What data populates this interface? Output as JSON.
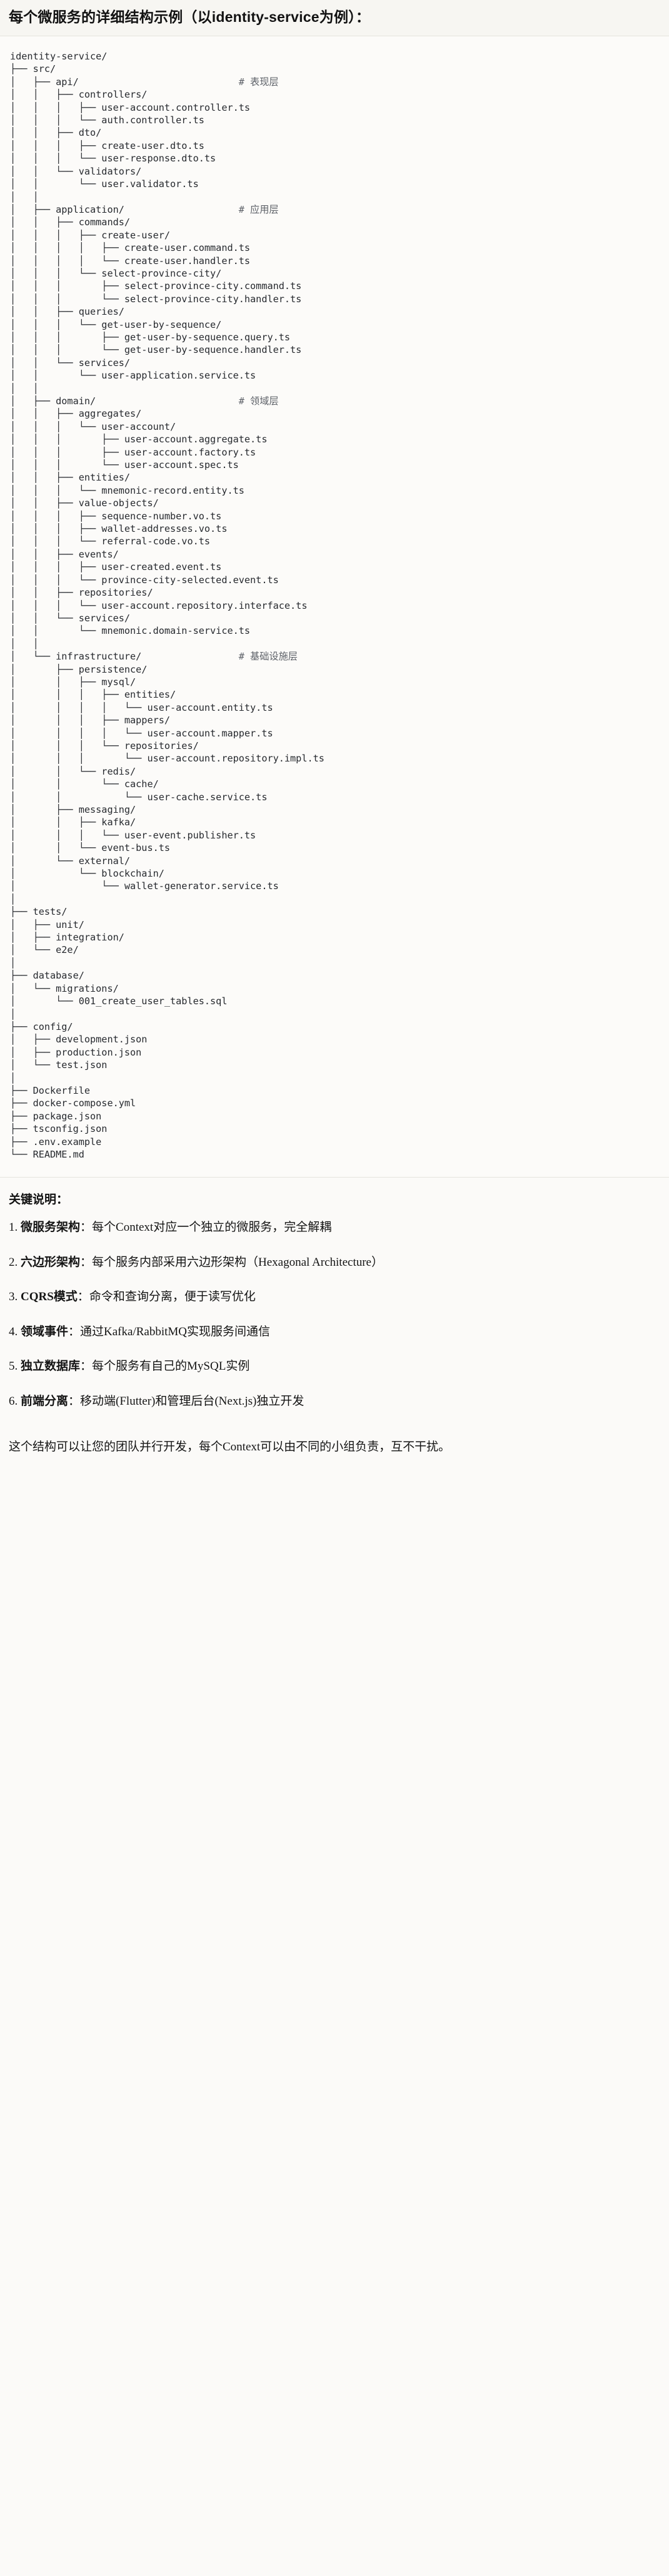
{
  "heading": "每个微服务的详细结构示例（以identity-service为例）：",
  "tree": {
    "root": "identity-service/",
    "lines": [
      {
        "prefix": "",
        "name": "identity-service/",
        "comment": ""
      },
      {
        "prefix": "├── ",
        "name": "src/",
        "comment": ""
      },
      {
        "prefix": "│   ├── ",
        "name": "api/",
        "comment": "# 表现层"
      },
      {
        "prefix": "│   │   ├── ",
        "name": "controllers/",
        "comment": ""
      },
      {
        "prefix": "│   │   │   ├── ",
        "name": "user-account.controller.ts",
        "comment": ""
      },
      {
        "prefix": "│   │   │   └── ",
        "name": "auth.controller.ts",
        "comment": ""
      },
      {
        "prefix": "│   │   ├── ",
        "name": "dto/",
        "comment": ""
      },
      {
        "prefix": "│   │   │   ├── ",
        "name": "create-user.dto.ts",
        "comment": ""
      },
      {
        "prefix": "│   │   │   └── ",
        "name": "user-response.dto.ts",
        "comment": ""
      },
      {
        "prefix": "│   │   └── ",
        "name": "validators/",
        "comment": ""
      },
      {
        "prefix": "│   │       └── ",
        "name": "user.validator.ts",
        "comment": ""
      },
      {
        "prefix": "│   │",
        "name": "",
        "comment": ""
      },
      {
        "prefix": "│   ├── ",
        "name": "application/",
        "comment": "# 应用层"
      },
      {
        "prefix": "│   │   ├── ",
        "name": "commands/",
        "comment": ""
      },
      {
        "prefix": "│   │   │   ├── ",
        "name": "create-user/",
        "comment": ""
      },
      {
        "prefix": "│   │   │   │   ├── ",
        "name": "create-user.command.ts",
        "comment": ""
      },
      {
        "prefix": "│   │   │   │   └── ",
        "name": "create-user.handler.ts",
        "comment": ""
      },
      {
        "prefix": "│   │   │   └── ",
        "name": "select-province-city/",
        "comment": ""
      },
      {
        "prefix": "│   │   │       ├── ",
        "name": "select-province-city.command.ts",
        "comment": ""
      },
      {
        "prefix": "│   │   │       └── ",
        "name": "select-province-city.handler.ts",
        "comment": ""
      },
      {
        "prefix": "│   │   ├── ",
        "name": "queries/",
        "comment": ""
      },
      {
        "prefix": "│   │   │   └── ",
        "name": "get-user-by-sequence/",
        "comment": ""
      },
      {
        "prefix": "│   │   │       ├── ",
        "name": "get-user-by-sequence.query.ts",
        "comment": ""
      },
      {
        "prefix": "│   │   │       └── ",
        "name": "get-user-by-sequence.handler.ts",
        "comment": ""
      },
      {
        "prefix": "│   │   └── ",
        "name": "services/",
        "comment": ""
      },
      {
        "prefix": "│   │       └── ",
        "name": "user-application.service.ts",
        "comment": ""
      },
      {
        "prefix": "│   │",
        "name": "",
        "comment": ""
      },
      {
        "prefix": "│   ├── ",
        "name": "domain/",
        "comment": "# 领域层"
      },
      {
        "prefix": "│   │   ├── ",
        "name": "aggregates/",
        "comment": ""
      },
      {
        "prefix": "│   │   │   └── ",
        "name": "user-account/",
        "comment": ""
      },
      {
        "prefix": "│   │   │       ├── ",
        "name": "user-account.aggregate.ts",
        "comment": ""
      },
      {
        "prefix": "│   │   │       ├── ",
        "name": "user-account.factory.ts",
        "comment": ""
      },
      {
        "prefix": "│   │   │       └── ",
        "name": "user-account.spec.ts",
        "comment": ""
      },
      {
        "prefix": "│   │   ├── ",
        "name": "entities/",
        "comment": ""
      },
      {
        "prefix": "│   │   │   └── ",
        "name": "mnemonic-record.entity.ts",
        "comment": ""
      },
      {
        "prefix": "│   │   ├── ",
        "name": "value-objects/",
        "comment": ""
      },
      {
        "prefix": "│   │   │   ├── ",
        "name": "sequence-number.vo.ts",
        "comment": ""
      },
      {
        "prefix": "│   │   │   ├── ",
        "name": "wallet-addresses.vo.ts",
        "comment": ""
      },
      {
        "prefix": "│   │   │   └── ",
        "name": "referral-code.vo.ts",
        "comment": ""
      },
      {
        "prefix": "│   │   ├── ",
        "name": "events/",
        "comment": ""
      },
      {
        "prefix": "│   │   │   ├── ",
        "name": "user-created.event.ts",
        "comment": ""
      },
      {
        "prefix": "│   │   │   └── ",
        "name": "province-city-selected.event.ts",
        "comment": ""
      },
      {
        "prefix": "│   │   ├── ",
        "name": "repositories/",
        "comment": ""
      },
      {
        "prefix": "│   │   │   └── ",
        "name": "user-account.repository.interface.ts",
        "comment": ""
      },
      {
        "prefix": "│   │   └── ",
        "name": "services/",
        "comment": ""
      },
      {
        "prefix": "│   │       └── ",
        "name": "mnemonic.domain-service.ts",
        "comment": ""
      },
      {
        "prefix": "│   │",
        "name": "",
        "comment": ""
      },
      {
        "prefix": "│   └── ",
        "name": "infrastructure/",
        "comment": "# 基础设施层"
      },
      {
        "prefix": "│       ├── ",
        "name": "persistence/",
        "comment": ""
      },
      {
        "prefix": "│       │   ├── ",
        "name": "mysql/",
        "comment": ""
      },
      {
        "prefix": "│       │   │   ├── ",
        "name": "entities/",
        "comment": ""
      },
      {
        "prefix": "│       │   │   │   └── ",
        "name": "user-account.entity.ts",
        "comment": ""
      },
      {
        "prefix": "│       │   │   ├── ",
        "name": "mappers/",
        "comment": ""
      },
      {
        "prefix": "│       │   │   │   └── ",
        "name": "user-account.mapper.ts",
        "comment": ""
      },
      {
        "prefix": "│       │   │   └── ",
        "name": "repositories/",
        "comment": ""
      },
      {
        "prefix": "│       │   │       └── ",
        "name": "user-account.repository.impl.ts",
        "comment": ""
      },
      {
        "prefix": "│       │   └── ",
        "name": "redis/",
        "comment": ""
      },
      {
        "prefix": "│       │       └── ",
        "name": "cache/",
        "comment": ""
      },
      {
        "prefix": "│       │           └── ",
        "name": "user-cache.service.ts",
        "comment": ""
      },
      {
        "prefix": "│       ├── ",
        "name": "messaging/",
        "comment": ""
      },
      {
        "prefix": "│       │   ├── ",
        "name": "kafka/",
        "comment": ""
      },
      {
        "prefix": "│       │   │   └── ",
        "name": "user-event.publisher.ts",
        "comment": ""
      },
      {
        "prefix": "│       │   └── ",
        "name": "event-bus.ts",
        "comment": ""
      },
      {
        "prefix": "│       └── ",
        "name": "external/",
        "comment": ""
      },
      {
        "prefix": "│           └── ",
        "name": "blockchain/",
        "comment": ""
      },
      {
        "prefix": "│               └── ",
        "name": "wallet-generator.service.ts",
        "comment": ""
      },
      {
        "prefix": "│",
        "name": "",
        "comment": ""
      },
      {
        "prefix": "├── ",
        "name": "tests/",
        "comment": ""
      },
      {
        "prefix": "│   ├── ",
        "name": "unit/",
        "comment": ""
      },
      {
        "prefix": "│   ├── ",
        "name": "integration/",
        "comment": ""
      },
      {
        "prefix": "│   └── ",
        "name": "e2e/",
        "comment": ""
      },
      {
        "prefix": "│",
        "name": "",
        "comment": ""
      },
      {
        "prefix": "├── ",
        "name": "database/",
        "comment": ""
      },
      {
        "prefix": "│   └── ",
        "name": "migrations/",
        "comment": ""
      },
      {
        "prefix": "│       └── ",
        "name": "001_create_user_tables.sql",
        "comment": ""
      },
      {
        "prefix": "│",
        "name": "",
        "comment": ""
      },
      {
        "prefix": "├── ",
        "name": "config/",
        "comment": ""
      },
      {
        "prefix": "│   ├── ",
        "name": "development.json",
        "comment": ""
      },
      {
        "prefix": "│   ├── ",
        "name": "production.json",
        "comment": ""
      },
      {
        "prefix": "│   └── ",
        "name": "test.json",
        "comment": ""
      },
      {
        "prefix": "│",
        "name": "",
        "comment": ""
      },
      {
        "prefix": "├── ",
        "name": "Dockerfile",
        "comment": ""
      },
      {
        "prefix": "├── ",
        "name": "docker-compose.yml",
        "comment": ""
      },
      {
        "prefix": "├── ",
        "name": "package.json",
        "comment": ""
      },
      {
        "prefix": "├── ",
        "name": "tsconfig.json",
        "comment": ""
      },
      {
        "prefix": "├── ",
        "name": ".env.example",
        "comment": ""
      },
      {
        "prefix": "└── ",
        "name": "README.md",
        "comment": ""
      }
    ],
    "comment_column": 40
  },
  "notes": {
    "title": "关键说明：",
    "items": [
      {
        "num": "1.",
        "term": "微服务架构",
        "sep": "：",
        "text": "每个Context对应一个独立的微服务，完全解耦"
      },
      {
        "num": "2.",
        "term": "六边形架构",
        "sep": "：",
        "text": "每个服务内部采用六边形架构（Hexagonal Architecture）"
      },
      {
        "num": "3.",
        "term": "CQRS模式",
        "sep": "：",
        "text": "命令和查询分离，便于读写优化"
      },
      {
        "num": "4.",
        "term": "领域事件",
        "sep": "：",
        "text": "通过Kafka/RabbitMQ实现服务间通信"
      },
      {
        "num": "5.",
        "term": "独立数据库",
        "sep": "：",
        "text": "每个服务有自己的MySQL实例"
      },
      {
        "num": "6.",
        "term": "前端分离",
        "sep": "：",
        "text": "移动端(Flutter)和管理后台(Next.js)独立开发"
      }
    ],
    "closing": "这个结构可以让您的团队并行开发，每个Context可以由不同的小组负责，互不干扰。"
  },
  "colors": {
    "page_bg": "#fbfaf8",
    "code_bg": "#fcfbf9",
    "heading_bg": "#f7f6f2",
    "text": "#1f1f1f",
    "comment": "#5d6168",
    "rule": "#e6e4de"
  }
}
